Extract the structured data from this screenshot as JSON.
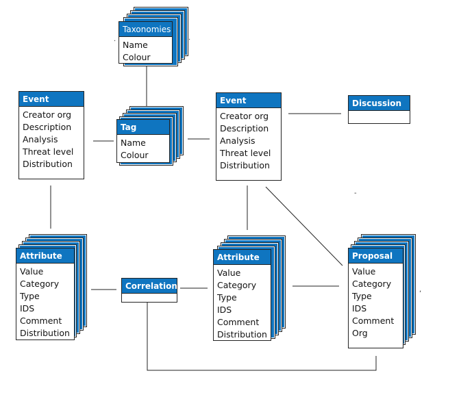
{
  "entities": {
    "taxonomies": {
      "title": "Taxonomies",
      "fields": [
        "Name",
        "Colour"
      ]
    },
    "tag": {
      "title": "Tag",
      "fields": [
        "Name",
        "Colour"
      ]
    },
    "event_left": {
      "title": "Event",
      "fields": [
        "Creator org",
        "Description",
        "Analysis",
        "Threat level",
        "Distribution"
      ]
    },
    "event_right": {
      "title": "Event",
      "fields": [
        "Creator org",
        "Description",
        "Analysis",
        "Threat level",
        "Distribution"
      ]
    },
    "discussion": {
      "title": "Discussion",
      "fields": []
    },
    "attribute_left": {
      "title": "Attribute",
      "fields": [
        "Value",
        "Category",
        "Type",
        "IDS",
        "Comment",
        "Distribution"
      ]
    },
    "correlation": {
      "title": "Correlation",
      "fields": []
    },
    "attribute_right": {
      "title": "Attribute",
      "fields": [
        "Value",
        "Category",
        "Type",
        "IDS",
        "Comment",
        "Distribution"
      ]
    },
    "proposal": {
      "title": "Proposal",
      "fields": [
        "Value",
        "Category",
        "Type",
        "IDS",
        "Comment",
        "Org"
      ]
    }
  },
  "colors": {
    "header": "#0f75c0",
    "header_text": "#ffffff",
    "border": "#222222"
  }
}
